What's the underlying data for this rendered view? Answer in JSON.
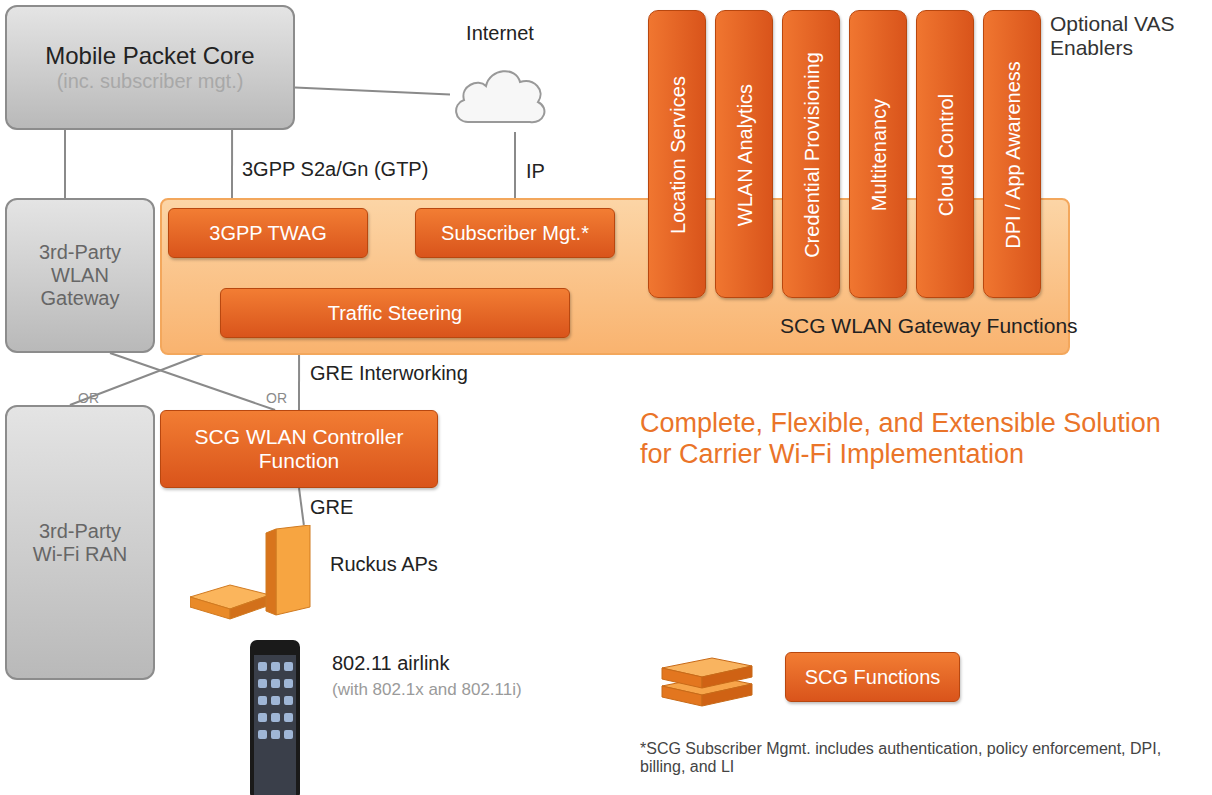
{
  "diagram": {
    "nodes": [
      {
        "text": [
          "Mobile Packet Core",
          "(inc. subscriber mgt.)"
        ]
      },
      {
        "text": [
          "Internet"
        ]
      },
      {
        "text": [
          "3rd-Party WLAN Gateway"
        ]
      },
      {
        "text": [
          "SCG WLAN Gateway Functions"
        ]
      },
      {
        "text": [
          "3GPP TWAG"
        ],
        "in": 3
      },
      {
        "text": [
          "Subscriber Mgt.*"
        ],
        "in": 3
      },
      {
        "text": [
          "Traffic Steering"
        ],
        "in": 3
      },
      {
        "text": [
          "Location Services"
        ]
      },
      {
        "text": [
          "WLAN Analytics"
        ]
      },
      {
        "text": [
          "Credential Provisioning"
        ]
      },
      {
        "text": [
          "Multitenancy"
        ]
      },
      {
        "text": [
          "Cloud Control"
        ]
      },
      {
        "text": [
          "DPI / App Awareness"
        ]
      },
      {
        "text": [
          "3rd-Party Wi-Fi RAN"
        ]
      },
      {
        "text": [
          "SCG WLAN Controller Function"
        ]
      },
      {
        "text": [
          "Ruckus APs"
        ]
      },
      {
        "text": [
          "SCG Functions"
        ]
      }
    ],
    "edges": [
      {
        "from": 0,
        "to": 1,
        "arrow": "none"
      },
      {
        "from": 0,
        "to": 4,
        "label": "3GPP S2a/Gn (GTP)",
        "arrow": "none"
      },
      {
        "from": 1,
        "to": 5,
        "label": "IP",
        "arrow": "none"
      },
      {
        "from": 0,
        "to": 2,
        "arrow": "none"
      },
      {
        "from": 4,
        "to": 6,
        "arrow": "none"
      },
      {
        "from": 5,
        "to": 6,
        "arrow": "none"
      },
      {
        "from": 6,
        "to": 13,
        "arrow": "none"
      },
      {
        "from": 2,
        "to": 14,
        "arrow": "none"
      },
      {
        "from": 6,
        "to": 14,
        "label": "GRE Interworking",
        "arrow": "none"
      },
      {
        "from": 14,
        "to": 15,
        "label": "GRE",
        "arrow": "none"
      }
    ],
    "labels": [
      "Optional VAS Enablers",
      "Complete, Flexible, and Extensible Solution for Carrier Wi-Fi Implementation",
      "802.11 airlink",
      "(with 802.1x and 802.11i)",
      "OR",
      "OR",
      "*SCG Subscriber Mgmt. includes authentication, policy enforcement, DPI, billing, and LI"
    ]
  }
}
